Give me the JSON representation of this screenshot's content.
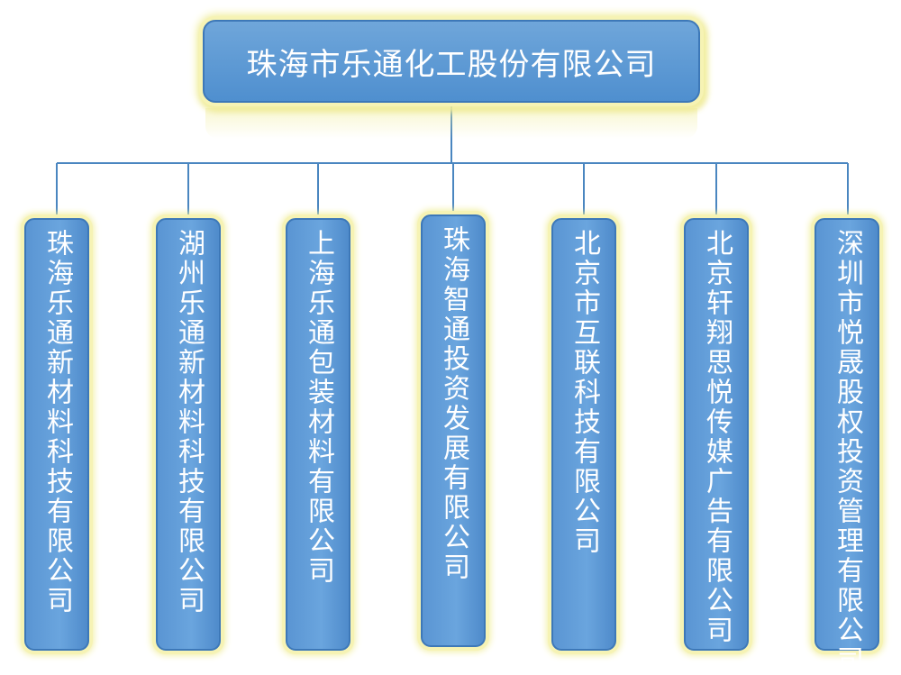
{
  "org_chart": {
    "root": {
      "label": "珠海市乐通化工股份有限公司"
    },
    "children": [
      {
        "label": "珠海乐通新材料科技有限公司"
      },
      {
        "label": "湖州乐通新材料科技有限公司"
      },
      {
        "label": "上海乐通包装材料有限公司"
      },
      {
        "label": "珠海智通投资发展有限公司"
      },
      {
        "label": "北京市互联科技有限公司"
      },
      {
        "label": "北京轩翔思悦传媒广告有限公司"
      },
      {
        "label": "深圳市悦晟股权投资管理有限公司"
      }
    ]
  },
  "colors": {
    "box_fill": "#5b97d5",
    "box_border": "#3d78b8",
    "glow": "#f1ee9e",
    "connector": "#4a86c0",
    "text": "#ffffff"
  }
}
